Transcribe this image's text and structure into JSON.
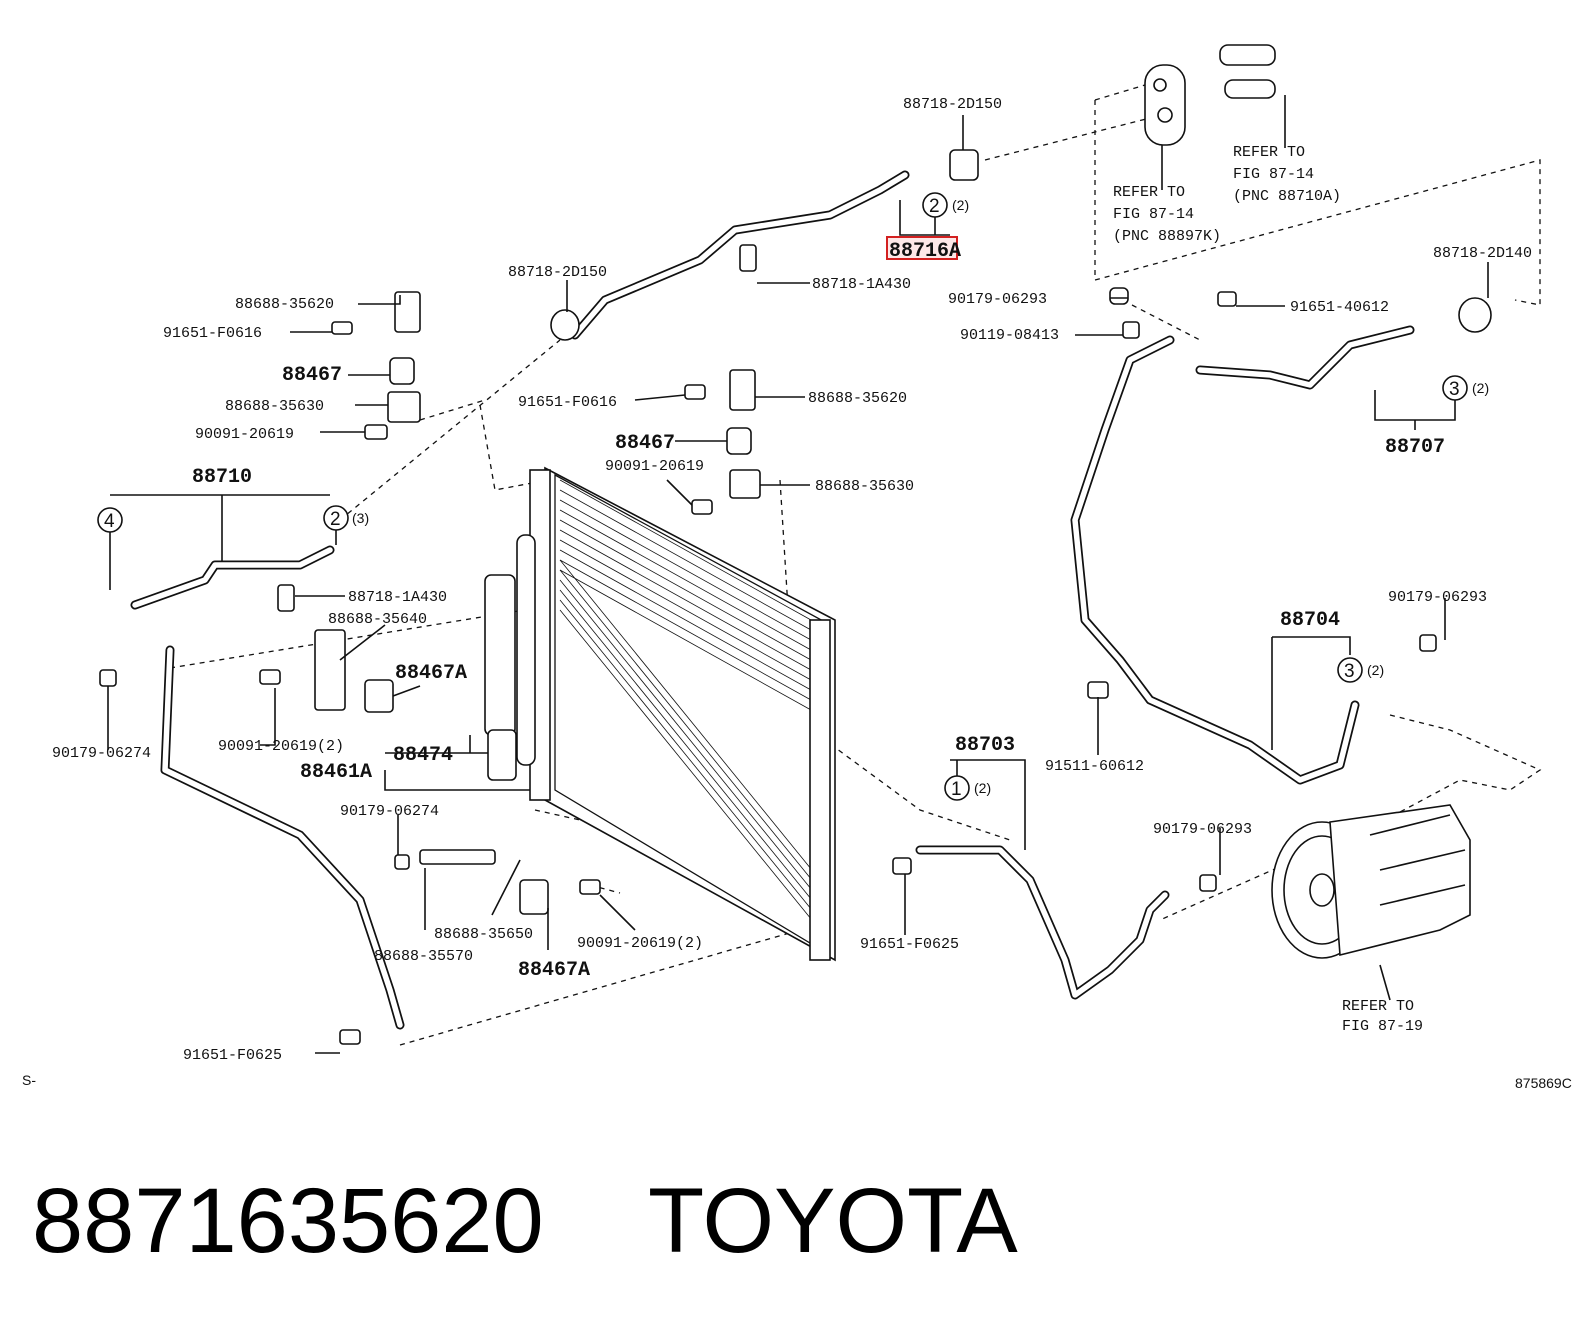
{
  "diagram": {
    "labels": {
      "p88718_2D150_top": "88718-2D150",
      "p88716A": "88716A",
      "p88718_1A430_top": "88718-1A430",
      "p88718_2D150_mid": "88718-2D150",
      "refer_a_1": "REFER TO",
      "refer_a_2": "FIG 87-14",
      "refer_a_3": "(PNC 88897K)",
      "refer_b_1": "REFER TO",
      "refer_b_2": "FIG 87-14",
      "refer_b_3": "(PNC 88710A)",
      "p88688_35620_l": "88688-35620",
      "p91651_F0616_l": "91651-F0616",
      "p88467_l": "88467",
      "p88688_35630_l": "88688-35630",
      "p90091_20619_l": "90091-20619",
      "p91651_F0616_m": "91651-F0616",
      "p88688_35620_m": "88688-35620",
      "p88467_m": "88467",
      "p90091_20619_m": "90091-20619",
      "p88688_35630_m": "88688-35630",
      "p88710": "88710",
      "p88718_1A430_l": "88718-1A430",
      "p88688_35640": "88688-35640",
      "p88467A_u": "88467A",
      "p90091_20619_2": "90091-20619(2)",
      "p88474": "88474",
      "p88461A": "88461A",
      "p90179_06274_l": "90179-06274",
      "p90179_06274_m": "90179-06274",
      "p88688_35650": "88688-35650",
      "p88688_35570": "88688-35570",
      "p90091_20619_2b": "90091-20619(2)",
      "p88467A_l": "88467A",
      "p91651_F0625_l": "91651-F0625",
      "p90179_06293_a": "90179-06293",
      "p91651_40612": "91651-40612",
      "p90119_08413": "90119-08413",
      "p88718_2D140": "88718-2D140",
      "p88707": "88707",
      "p88704": "88704",
      "p90179_06293_b": "90179-06293",
      "p91511_60612": "91511-60612",
      "p88703": "88703",
      "p90179_06293_c": "90179-06293",
      "p91651_F0625_r": "91651-F0625",
      "refer_c_1": "REFER TO",
      "refer_c_2": "FIG 87-19",
      "corner_left": "S-",
      "corner_right": "875869C"
    },
    "callouts": {
      "c2_top": "2",
      "q2_top": "(2)",
      "c4": "4",
      "c2_left": "2",
      "q3_left": "(3)",
      "c3_88707": "3",
      "q2_88707": "(2)",
      "c3_88704": "3",
      "q2_88704": "(2)",
      "c1_88703": "1",
      "q2_88703": "(2)"
    },
    "highlight_color": "#d32020"
  },
  "caption": {
    "part_number": "8871635620",
    "brand": "TOYOTA"
  }
}
